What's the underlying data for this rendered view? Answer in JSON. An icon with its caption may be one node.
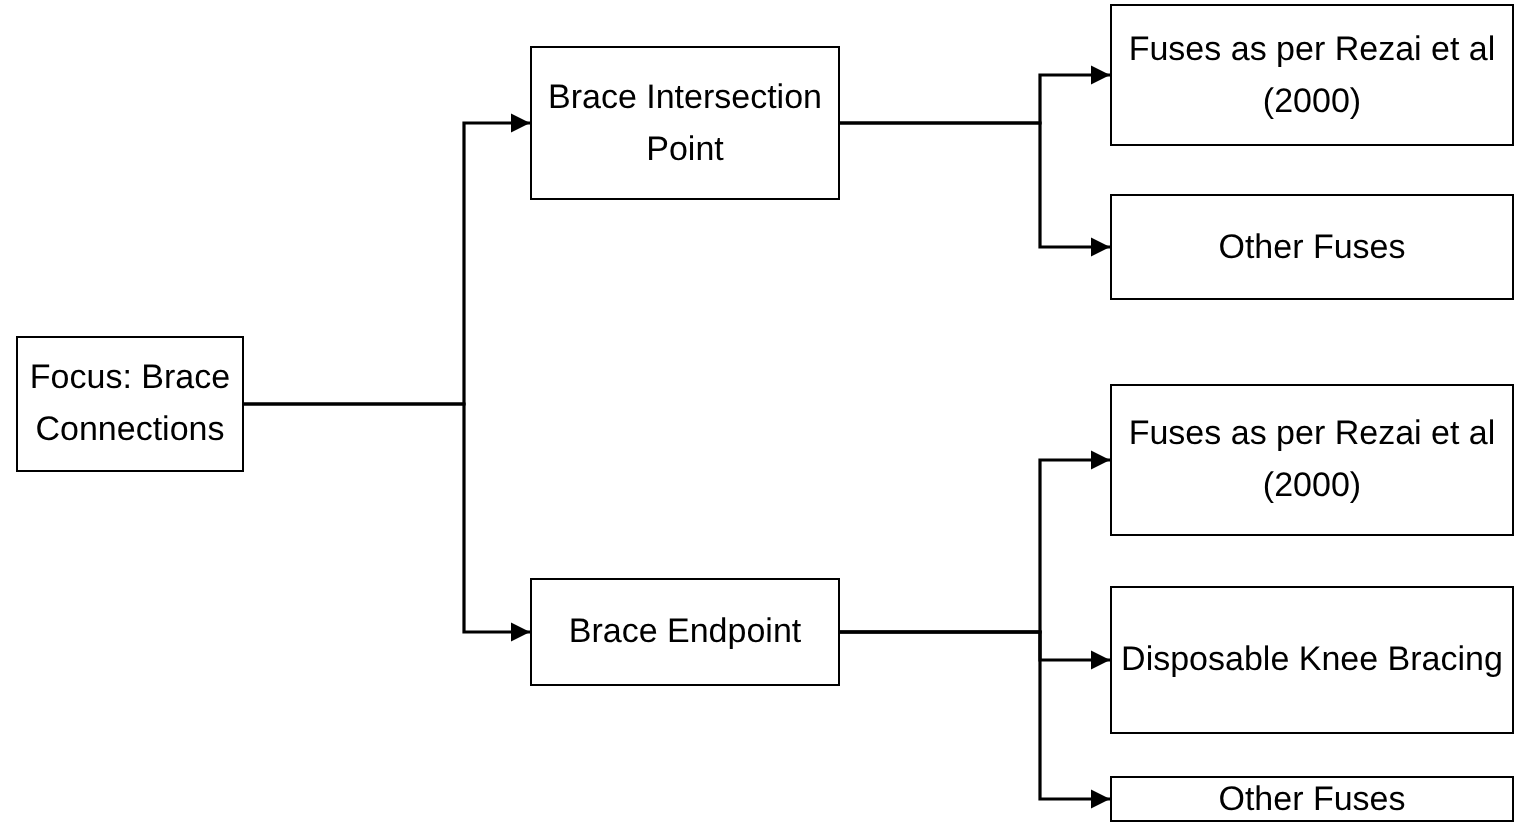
{
  "diagram": {
    "nodes": [
      {
        "text": [
          "Focus: Brace Connections"
        ]
      },
      {
        "text": [
          "Brace Intersection Point"
        ]
      },
      {
        "text": [
          "Brace Endpoint"
        ]
      },
      {
        "text": [
          "Fuses as per Rezai et al (2000)"
        ]
      },
      {
        "text": [
          "Other Fuses"
        ]
      },
      {
        "text": [
          "Fuses as per Rezai et al (2000)"
        ]
      },
      {
        "text": [
          "Disposable Knee Bracing"
        ]
      },
      {
        "text": [
          "Other Fuses"
        ]
      }
    ],
    "edges": [
      {
        "from": 0,
        "to": 1,
        "arrow": "to"
      },
      {
        "from": 0,
        "to": 2,
        "arrow": "to"
      },
      {
        "from": 1,
        "to": 3,
        "arrow": "to"
      },
      {
        "from": 1,
        "to": 4,
        "arrow": "to"
      },
      {
        "from": 2,
        "to": 5,
        "arrow": "to"
      },
      {
        "from": 2,
        "to": 6,
        "arrow": "to"
      },
      {
        "from": 2,
        "to": 7,
        "arrow": "to"
      }
    ]
  }
}
